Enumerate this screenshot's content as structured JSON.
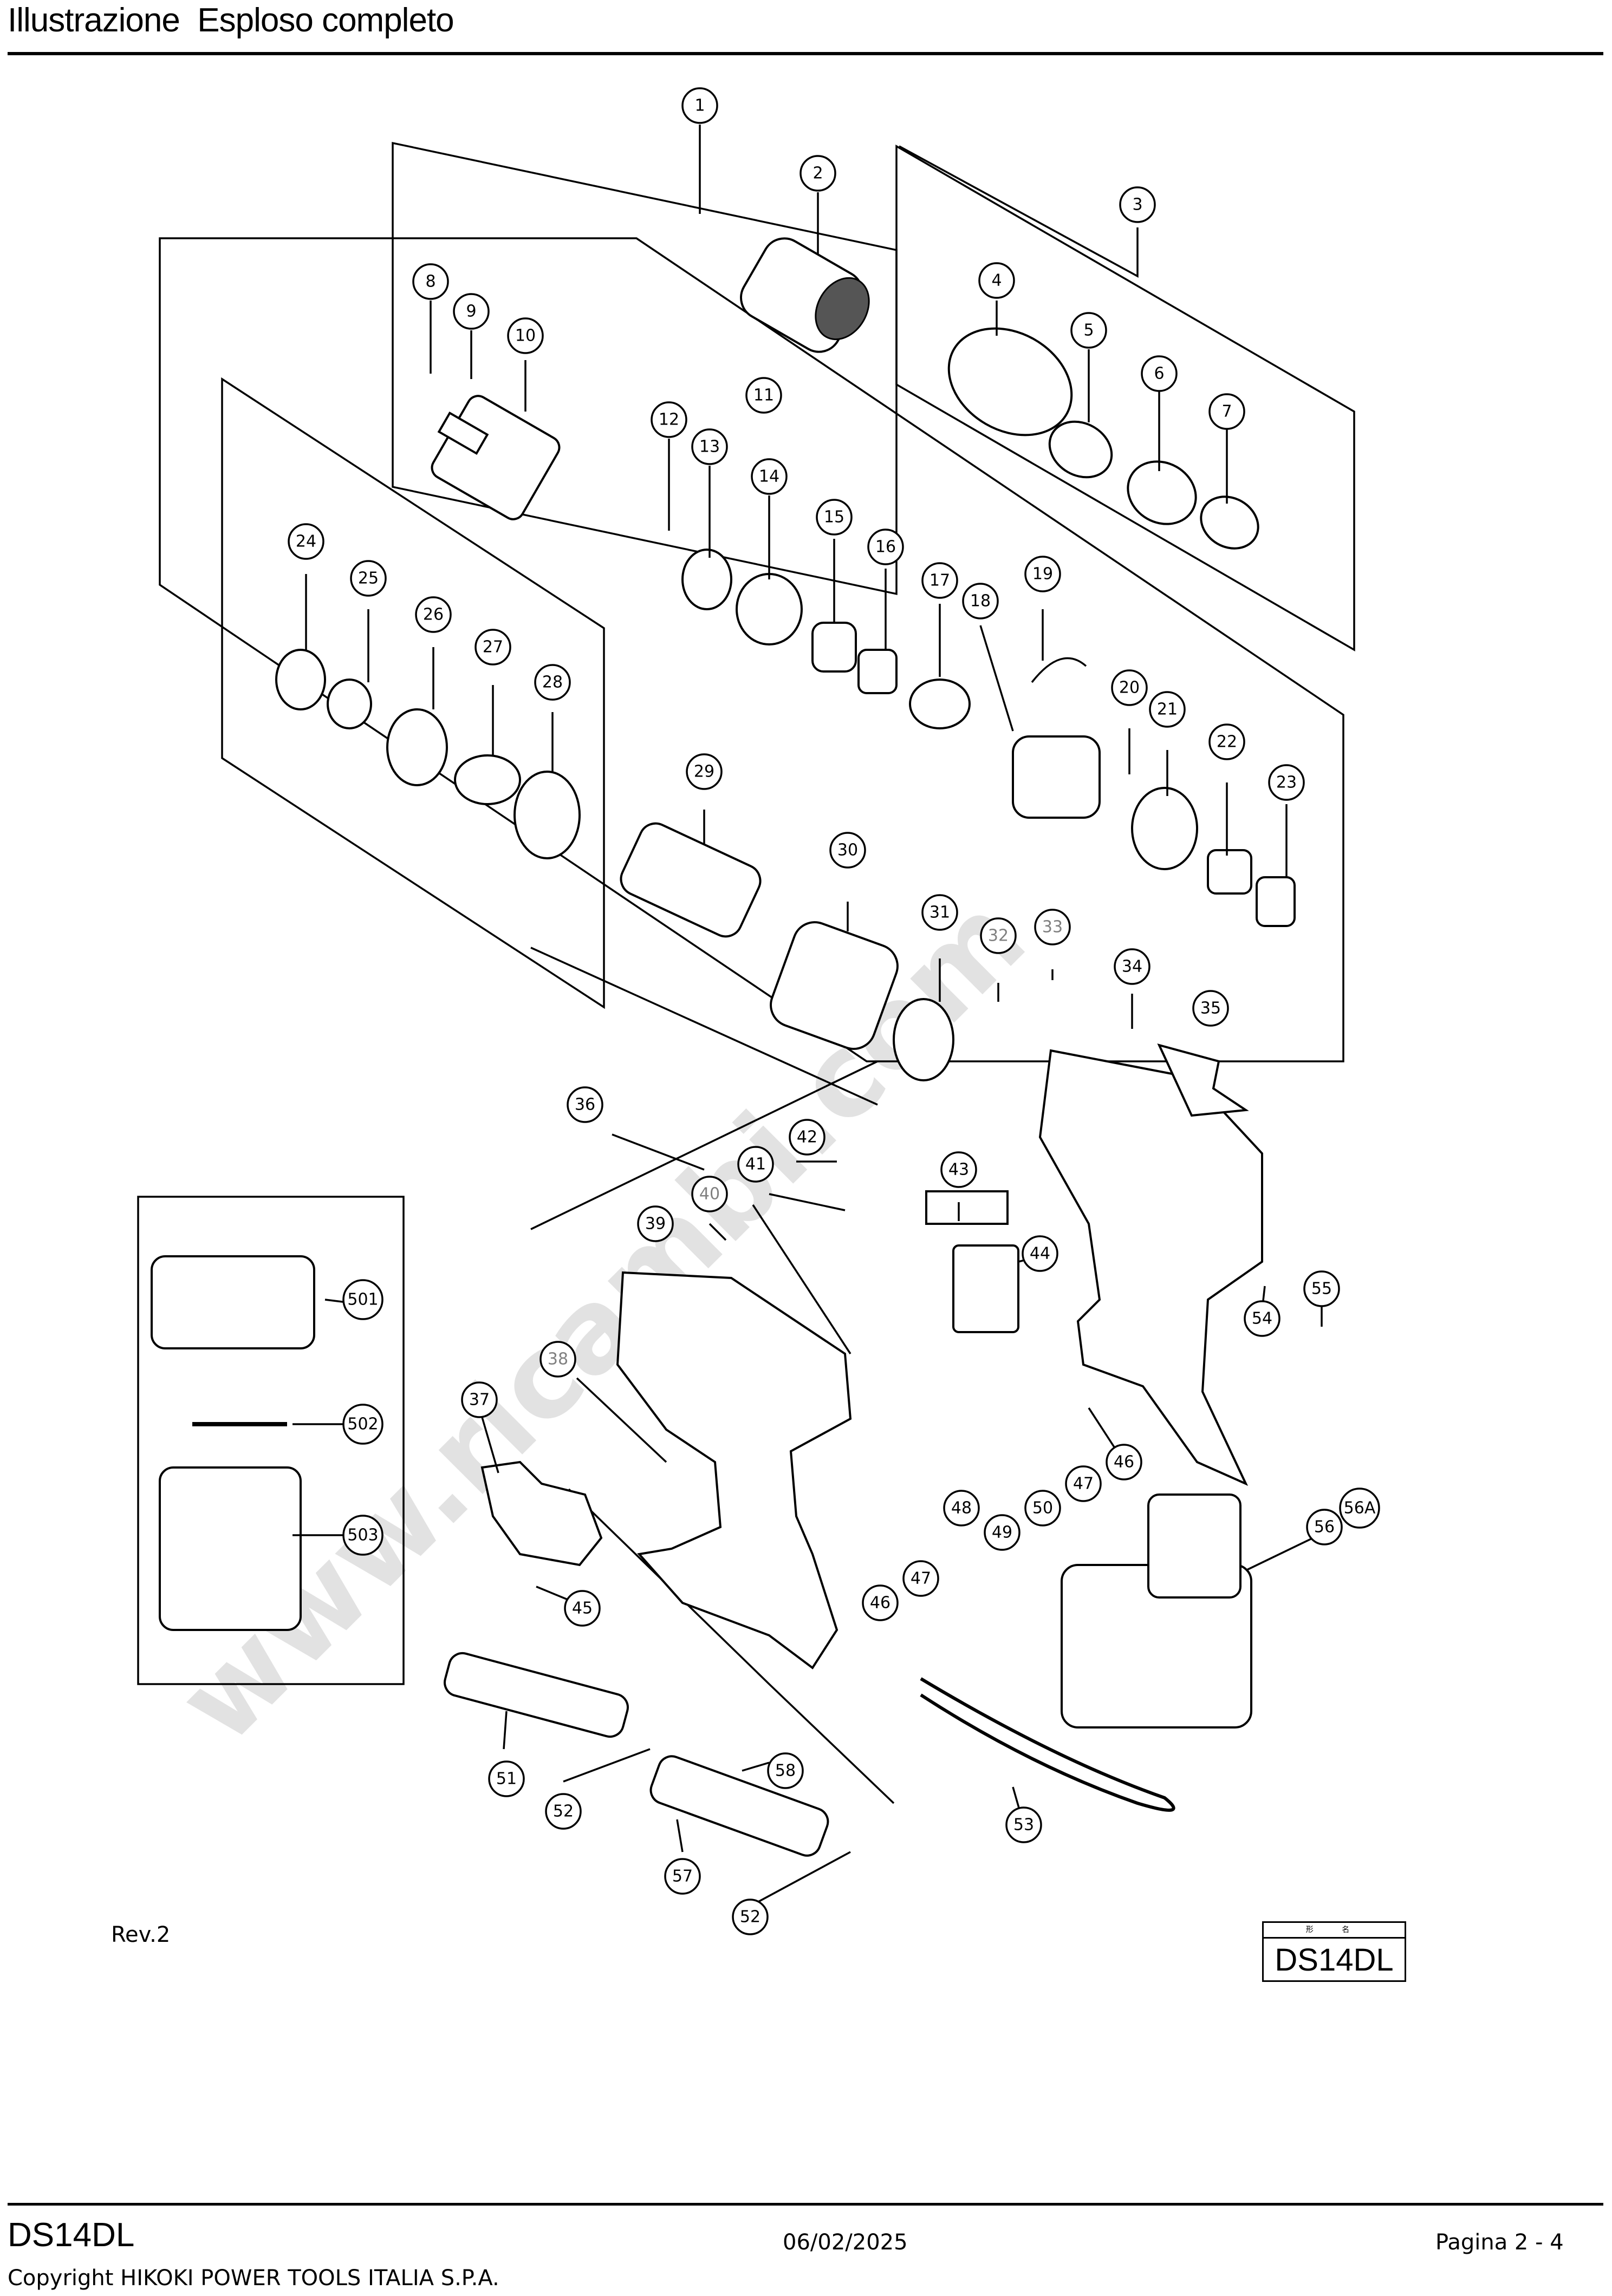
{
  "header": {
    "title": "Illustrazione  Esploso completo"
  },
  "revision": "Rev.2",
  "model_badge": {
    "caption": "形 名",
    "model": "DS14DL"
  },
  "watermark": "www.ricambi.com",
  "footer": {
    "model": "DS14DL",
    "date": "06/02/2025",
    "page": "Pagina 2 - 4",
    "copyright": "Copyright HIKOKI POWER TOOLS ITALIA S.P.A."
  },
  "callouts": [
    {
      "label": "1"
    },
    {
      "label": "2"
    },
    {
      "label": "3"
    },
    {
      "label": "4"
    },
    {
      "label": "5"
    },
    {
      "label": "6"
    },
    {
      "label": "7"
    },
    {
      "label": "8"
    },
    {
      "label": "9"
    },
    {
      "label": "10"
    },
    {
      "label": "11"
    },
    {
      "label": "12"
    },
    {
      "label": "13"
    },
    {
      "label": "14"
    },
    {
      "label": "15"
    },
    {
      "label": "16"
    },
    {
      "label": "17"
    },
    {
      "label": "18"
    },
    {
      "label": "19"
    },
    {
      "label": "20"
    },
    {
      "label": "21"
    },
    {
      "label": "22"
    },
    {
      "label": "23"
    },
    {
      "label": "24"
    },
    {
      "label": "25"
    },
    {
      "label": "26"
    },
    {
      "label": "27"
    },
    {
      "label": "28"
    },
    {
      "label": "29"
    },
    {
      "label": "30"
    },
    {
      "label": "31"
    },
    {
      "label": "32",
      "grey": true
    },
    {
      "label": "33",
      "grey": true
    },
    {
      "label": "34"
    },
    {
      "label": "35"
    },
    {
      "label": "36"
    },
    {
      "label": "37"
    },
    {
      "label": "38",
      "grey": true
    },
    {
      "label": "39"
    },
    {
      "label": "40",
      "grey": true
    },
    {
      "label": "41"
    },
    {
      "label": "42"
    },
    {
      "label": "43"
    },
    {
      "label": "44"
    },
    {
      "label": "45"
    },
    {
      "label": "46"
    },
    {
      "label": "47"
    },
    {
      "label": "48"
    },
    {
      "label": "49"
    },
    {
      "label": "50"
    },
    {
      "label": "46"
    },
    {
      "label": "47"
    },
    {
      "label": "51"
    },
    {
      "label": "52"
    },
    {
      "label": "53"
    },
    {
      "label": "54"
    },
    {
      "label": "55"
    },
    {
      "label": "56"
    },
    {
      "label": "56A"
    },
    {
      "label": "57"
    },
    {
      "label": "52"
    },
    {
      "label": "58"
    },
    {
      "label": "501"
    },
    {
      "label": "502"
    },
    {
      "label": "503"
    }
  ]
}
